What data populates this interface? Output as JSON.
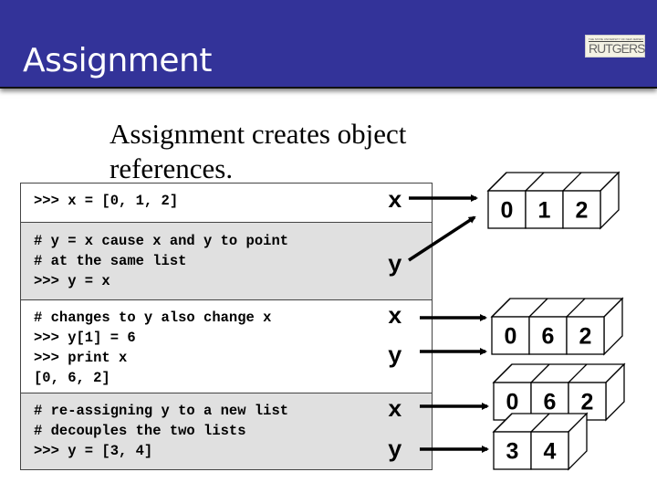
{
  "header": {
    "title": "Assignment",
    "logo_text": "RUTGERS",
    "logo_small": "THE STATE UNIVERSITY OF NEW JERSEY"
  },
  "subtitle": "Assignment creates object references.",
  "code_rows": [
    {
      "code": ">>> x = [0, 1, 2]"
    },
    {
      "code": "# y = x cause x and y to point\n# at the same list\n>>> y = x"
    },
    {
      "code": "# changes to y also change x\n>>> y[1] = 6\n>>> print x\n[0, 6, 2]"
    },
    {
      "code": "# re-assigning y to a new list\n# decouples the two lists\n>>> y = [3, 4]"
    }
  ],
  "diagram": {
    "labels": [
      "x",
      "y",
      "x",
      "y",
      "x",
      "y"
    ],
    "lists": [
      [
        "0",
        "1",
        "2"
      ],
      [
        "0",
        "6",
        "2"
      ],
      [
        "0",
        "6",
        "2"
      ],
      [
        "3",
        "4"
      ]
    ]
  }
}
